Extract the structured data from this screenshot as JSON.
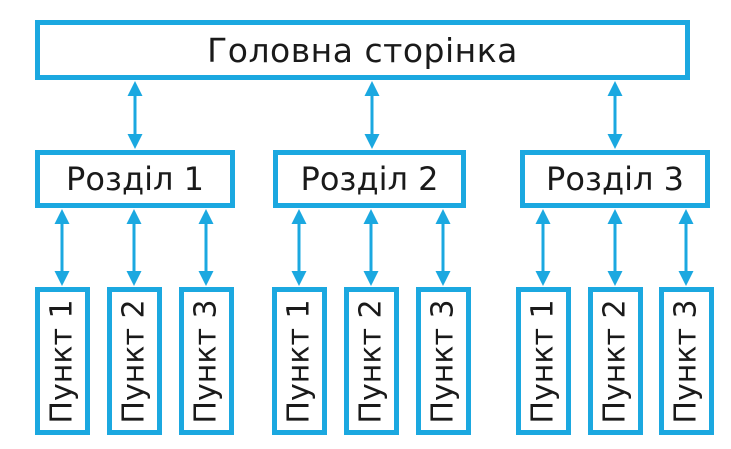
{
  "diagram": {
    "root": "Головна сторінка",
    "sections": [
      {
        "label": "Розділ 1",
        "items": [
          "Пункт 1",
          "Пункт 2",
          "Пункт 3"
        ]
      },
      {
        "label": "Розділ 2",
        "items": [
          "Пункт 1",
          "Пункт 2",
          "Пункт 3"
        ]
      },
      {
        "label": "Розділ 3",
        "items": [
          "Пункт 1",
          "Пункт 2",
          "Пункт 3"
        ]
      }
    ],
    "colors": {
      "border": "#1ba8e0",
      "arrow": "#1ba8e0",
      "text": "#1a1a1a"
    }
  }
}
